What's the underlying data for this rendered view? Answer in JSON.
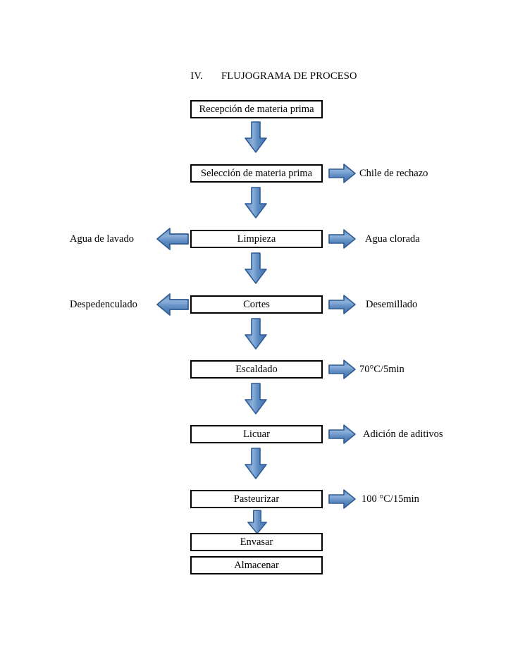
{
  "document": {
    "title_number": "IV.",
    "title_text": "FLUJOGRAMA DE PROCESO"
  },
  "colors": {
    "arrow_fill_light": "#7fa7d4",
    "arrow_fill_dark": "#3f6fab",
    "arrow_stroke": "#2f5c93",
    "box_border": "#000000",
    "box_fill": "#ffffff",
    "text": "#000000"
  },
  "flow": {
    "steps": [
      {
        "id": "recepcion",
        "label": "Recepción de materia prima"
      },
      {
        "id": "seleccion",
        "label": "Selección de materia prima"
      },
      {
        "id": "limpieza",
        "label": "Limpieza"
      },
      {
        "id": "cortes",
        "label": "Cortes"
      },
      {
        "id": "escaldado",
        "label": "Escaldado"
      },
      {
        "id": "licuar",
        "label": "Licuar"
      },
      {
        "id": "pasteurizar",
        "label": "Pasteurizar"
      },
      {
        "id": "envasar",
        "label": "Envasar"
      },
      {
        "id": "almacenar",
        "label": "Almacenar"
      }
    ],
    "outputs_right": [
      {
        "for": "seleccion",
        "label": "Chile de rechazo"
      },
      {
        "for": "limpieza",
        "label": "Agua clorada"
      },
      {
        "for": "cortes",
        "label": "Desemillado"
      },
      {
        "for": "escaldado",
        "label": "70°C/5min"
      },
      {
        "for": "licuar",
        "label": "Adición de aditivos"
      },
      {
        "for": "pasteurizar",
        "label": "100 °C/15min"
      }
    ],
    "inputs_left": [
      {
        "for": "limpieza",
        "label": "Agua de lavado"
      },
      {
        "for": "cortes",
        "label": "Despedenculado"
      }
    ],
    "icons": {
      "down": "arrow-down-icon",
      "right": "arrow-right-icon",
      "left": "arrow-left-icon"
    }
  }
}
